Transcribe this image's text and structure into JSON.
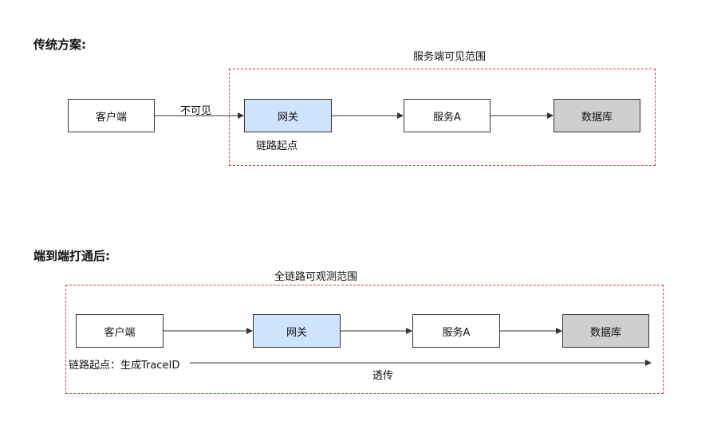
{
  "section1": {
    "heading": "传统方案:",
    "zone_label": "服务端可见范围",
    "nodes": {
      "client": "客户端",
      "gateway": "网关",
      "service": "服务A",
      "database": "数据库"
    },
    "edge_label_invisible": "不可见",
    "trace_start_label": "链路起点"
  },
  "section2": {
    "heading": "端到端打通后:",
    "zone_label": "全链路可观测范围",
    "nodes": {
      "client": "客户端",
      "gateway": "网关",
      "service": "服务A",
      "database": "数据库"
    },
    "trace_start_label": "链路起点：生成TraceID",
    "propagate_label": "透传"
  },
  "colors": {
    "zone_border": "#e0383d",
    "gateway_fill": "#cfe3fb",
    "database_fill": "#cfcfcf",
    "node_fill": "#ffffff"
  }
}
